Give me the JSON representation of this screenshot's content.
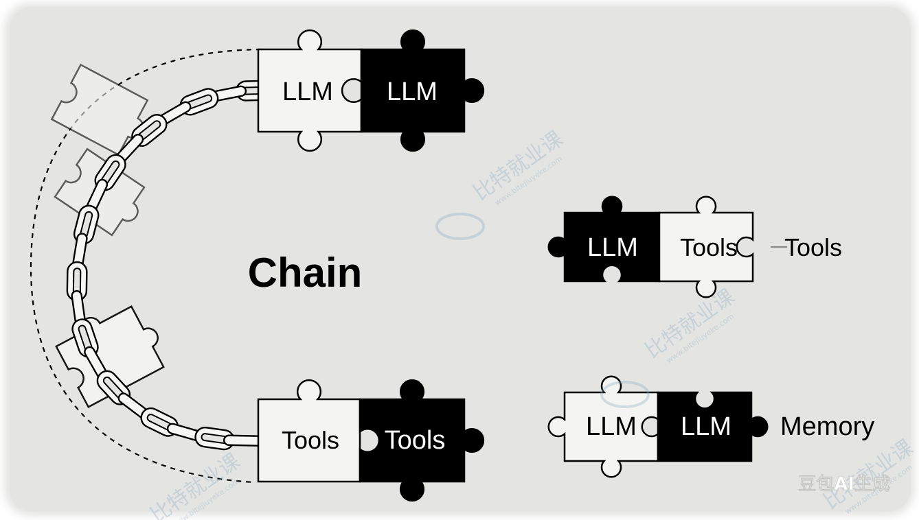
{
  "colors": {
    "panel": "#e4e4e2",
    "dark": "#000000",
    "light": "#f4f4f2",
    "ink": "#000000",
    "watermark": "#9fb8c6"
  },
  "title": "Chain",
  "top_pair": {
    "left": "LLM",
    "right": "LLM"
  },
  "bottom_pair": {
    "left": "Tools",
    "right": "Tools"
  },
  "mid_pair": {
    "left": "LLM",
    "right": "Tools",
    "caption": "Tools"
  },
  "low_pair": {
    "left": "LLM",
    "right": "LLM",
    "caption": "Memory"
  },
  "brand": "豆包AI生成",
  "watermark": {
    "text": "比特就业课",
    "url": "www.bitejiuyeke.com"
  }
}
